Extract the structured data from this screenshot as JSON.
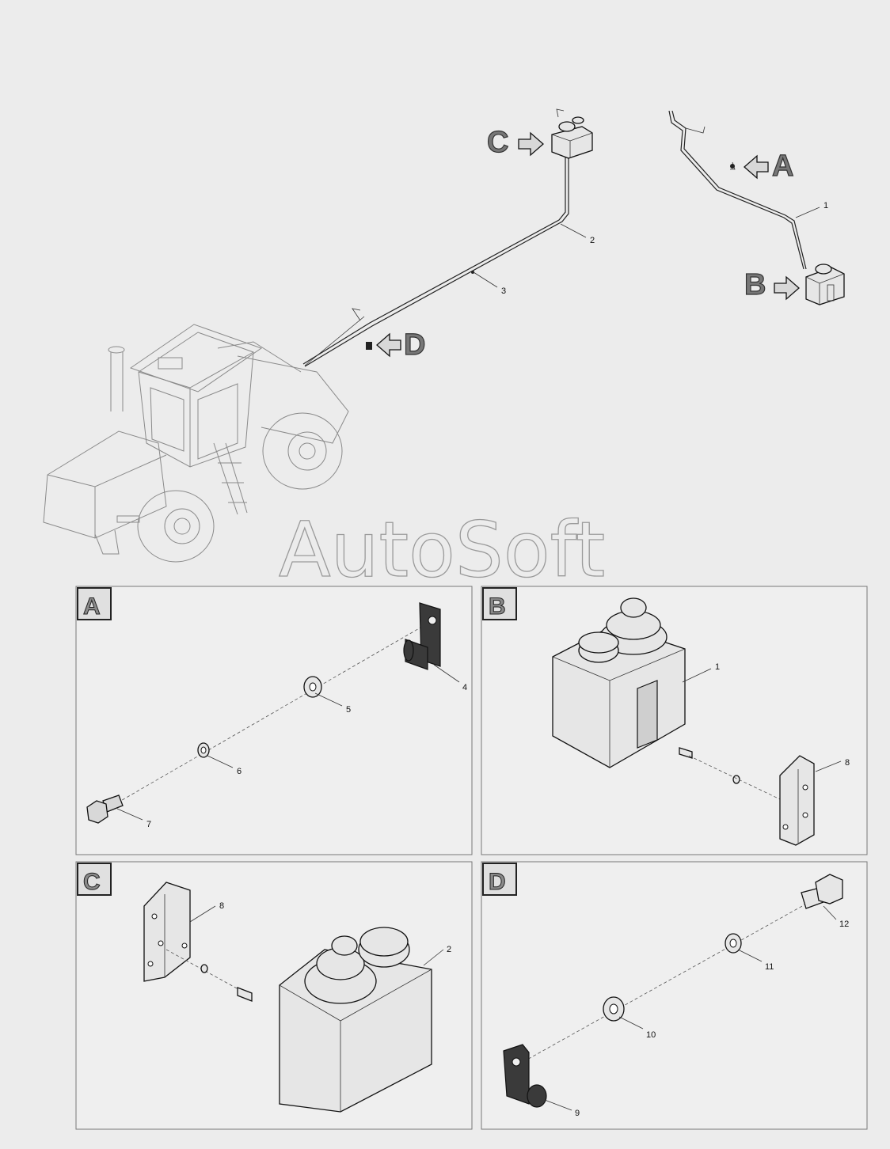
{
  "watermark": "AutoSoft",
  "overview": {
    "view_letters": [
      "C",
      "A",
      "B",
      "D"
    ],
    "callouts": [
      "1",
      "2",
      "3"
    ]
  },
  "panels": [
    {
      "letter": "A",
      "callouts": [
        "4",
        "5",
        "6",
        "7"
      ]
    },
    {
      "letter": "B",
      "callouts": [
        "1",
        "8"
      ]
    },
    {
      "letter": "C",
      "callouts": [
        "8",
        "2"
      ]
    },
    {
      "letter": "D",
      "callouts": [
        "12",
        "11",
        "10",
        "9"
      ]
    }
  ],
  "colors": {
    "background": "#ececec",
    "panel_border": "#777777",
    "letter_fill": "#8a8a8a"
  }
}
